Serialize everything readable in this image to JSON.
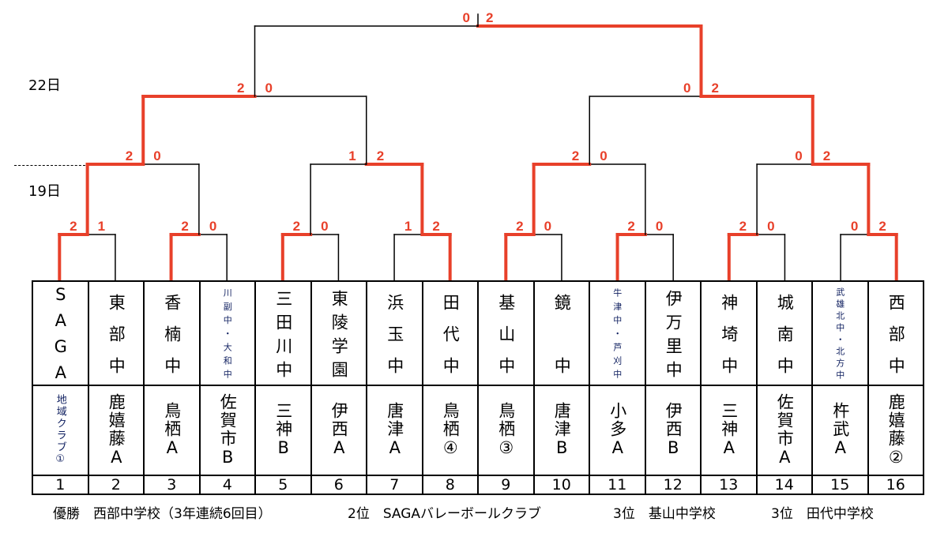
{
  "dates": {
    "upper": "22日",
    "lower": "19日"
  },
  "colors": {
    "winner_line": "#e8402a",
    "line": "#000000",
    "score": "#e8402a"
  },
  "teams": [
    {
      "num": "1",
      "top": "SAGA",
      "bottom": "地域クラブ①",
      "top_small": false,
      "bottom_small": true
    },
    {
      "num": "2",
      "top": "東部中",
      "bottom": "鹿嬉藤A",
      "top_small": false,
      "bottom_small": false
    },
    {
      "num": "3",
      "top": "香楠中",
      "bottom": "鳥栖A",
      "top_small": false,
      "bottom_small": false
    },
    {
      "num": "4",
      "top": "川副中・大和中",
      "bottom": "佐賀市B",
      "top_small": true,
      "bottom_small": false
    },
    {
      "num": "5",
      "top": "三田川中",
      "bottom": "三神B",
      "top_small": false,
      "bottom_small": false
    },
    {
      "num": "6",
      "top": "東陵学園",
      "bottom": "伊西A",
      "top_small": false,
      "bottom_small": false
    },
    {
      "num": "7",
      "top": "浜玉中",
      "bottom": "唐津A",
      "top_small": false,
      "bottom_small": false
    },
    {
      "num": "8",
      "top": "田代中",
      "bottom": "鳥栖④",
      "top_small": false,
      "bottom_small": false
    },
    {
      "num": "9",
      "top": "基山中",
      "bottom": "鳥栖③",
      "top_small": false,
      "bottom_small": false
    },
    {
      "num": "10",
      "top": "鏡　中",
      "bottom": "唐津B",
      "top_small": false,
      "bottom_small": false
    },
    {
      "num": "11",
      "top": "牛津中・芦刈中",
      "bottom": "小多A",
      "top_small": true,
      "bottom_small": false
    },
    {
      "num": "12",
      "top": "伊万里中",
      "bottom": "伊西B",
      "top_small": false,
      "bottom_small": false
    },
    {
      "num": "13",
      "top": "神埼中",
      "bottom": "三神A",
      "top_small": false,
      "bottom_small": false
    },
    {
      "num": "14",
      "top": "城南中",
      "bottom": "佐賀市A",
      "top_small": false,
      "bottom_small": false
    },
    {
      "num": "15",
      "top": "武雄北中・北方中",
      "bottom": "杵武A",
      "top_small": true,
      "bottom_small": false
    },
    {
      "num": "16",
      "top": "西部中",
      "bottom": "鹿嬉藤②",
      "top_small": false,
      "bottom_small": false
    }
  ],
  "rounds": [
    [
      [
        2,
        1
      ],
      [
        2,
        0
      ],
      [
        2,
        0
      ],
      [
        1,
        2
      ],
      [
        2,
        0
      ],
      [
        2,
        0
      ],
      [
        2,
        0
      ],
      [
        0,
        2
      ]
    ],
    [
      [
        2,
        0
      ],
      [
        1,
        2
      ],
      [
        2,
        0
      ],
      [
        0,
        2
      ]
    ],
    [
      [
        2,
        0
      ],
      [
        0,
        2
      ]
    ],
    [
      [
        0,
        2
      ]
    ]
  ],
  "results": {
    "champion": "優勝　西部中学校（3年連続6回目）",
    "second": "2位　SAGAバレーボールクラブ",
    "third_a": "3位　基山中学校",
    "third_b": "3位　田代中学校"
  }
}
